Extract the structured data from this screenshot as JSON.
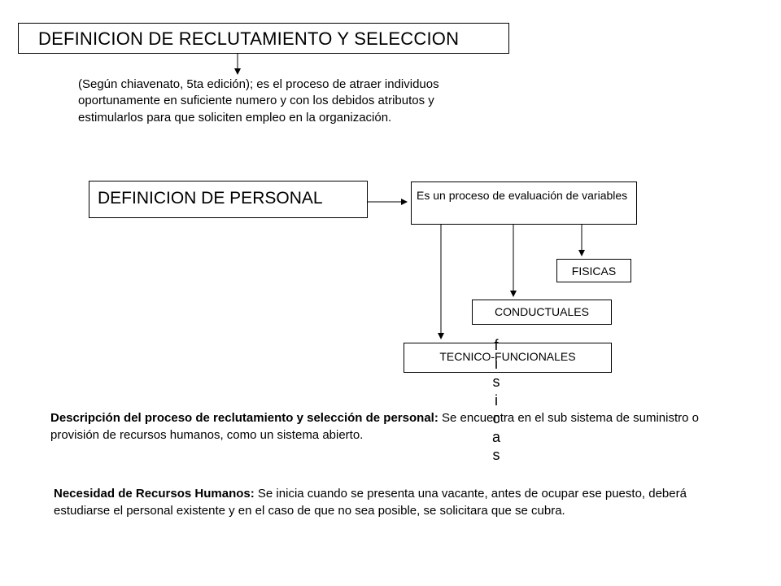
{
  "title": "DEFINICION DE RECLUTAMIENTO Y SELECCION",
  "definition": "(Según chiavenato, 5ta edición); es el proceso de atraer individuos oportunamente en suficiente numero y con los debidos atributos y estimularlos para que soliciten empleo en la organización.",
  "personal": "DEFINICION DE PERSONAL",
  "process": "Es un proceso de evaluación de variables",
  "variables": {
    "fisicas": "FISICAS",
    "conductuales": "CONDUCTUALES",
    "tecnico": "TECNICO-FUNCIONALES"
  },
  "vertical_letters": [
    "f",
    "i",
    "s",
    "i",
    "c",
    "a",
    "s"
  ],
  "description": {
    "label": "Descripción del proceso de reclutamiento y selección de personal:",
    "text": " Se encuentra en el sub sistema de suministro o provisión de recursos humanos, como un sistema abierto."
  },
  "necesidad": {
    "label": "Necesidad de Recursos Humanos:",
    "text": " Se inicia cuando se presenta una vacante, antes de ocupar ese puesto, deberá estudiarse el personal existente y en el caso de que no sea posible, se solicitara que se cubra."
  }
}
